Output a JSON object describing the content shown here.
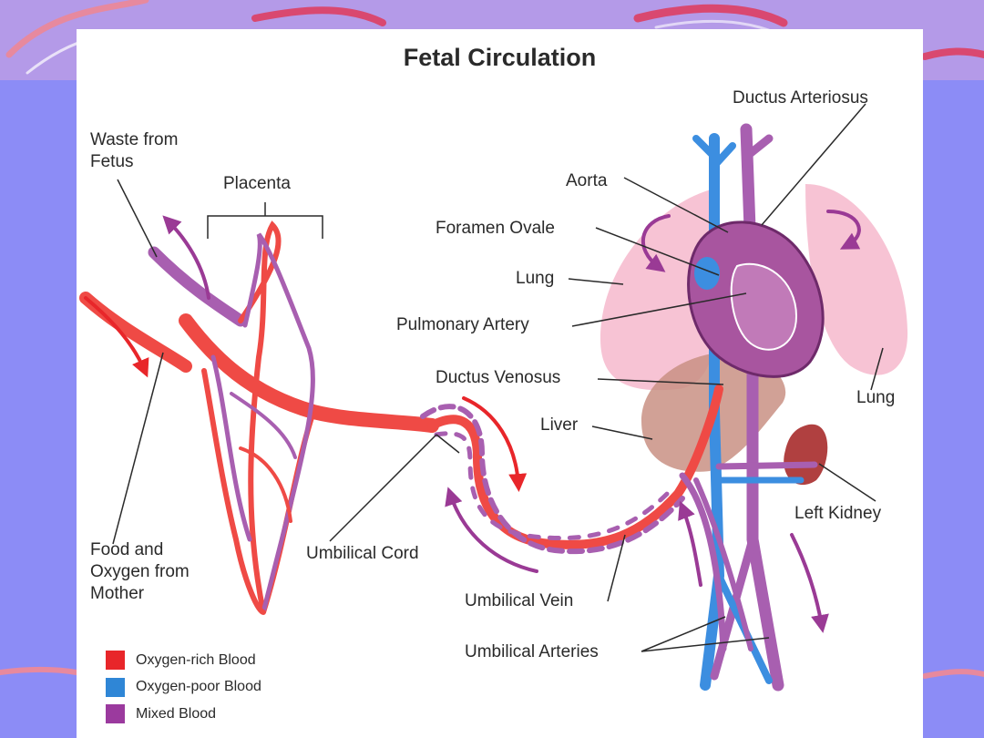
{
  "title": "Fetal Circulation",
  "labels": {
    "waste": "Waste from\nFetus",
    "placenta": "Placenta",
    "food": "Food and\nOxygen from\nMother",
    "umbilical_cord": "Umbilical Cord",
    "umbilical_vein": "Umbilical Vein",
    "umbilical_arteries": "Umbilical Arteries",
    "ductus_arteriosus": "Ductus Arteriosus",
    "aorta": "Aorta",
    "foramen_ovale": "Foramen Ovale",
    "lung_left_side": "Lung",
    "pulmonary_artery": "Pulmonary Artery",
    "ductus_venosus": "Ductus Venosus",
    "liver": "Liver",
    "lung_right_side": "Lung",
    "left_kidney": "Left Kidney"
  },
  "legend": [
    {
      "label": "Oxygen-rich Blood",
      "color": "#e8262a"
    },
    {
      "label": "Oxygen-poor Blood",
      "color": "#2f86d6"
    },
    {
      "label": "Mixed Blood",
      "color": "#9b3a9e"
    }
  ],
  "colors": {
    "oxygen_rich": "#ef4a45",
    "oxygen_poor": "#3c8ee0",
    "mixed": "#a85fb0",
    "arrow": "#9a3a95",
    "arrow_red": "#e8262a",
    "lung": "#f6b8cc",
    "liver": "#c99184",
    "kidney": "#b04040"
  }
}
